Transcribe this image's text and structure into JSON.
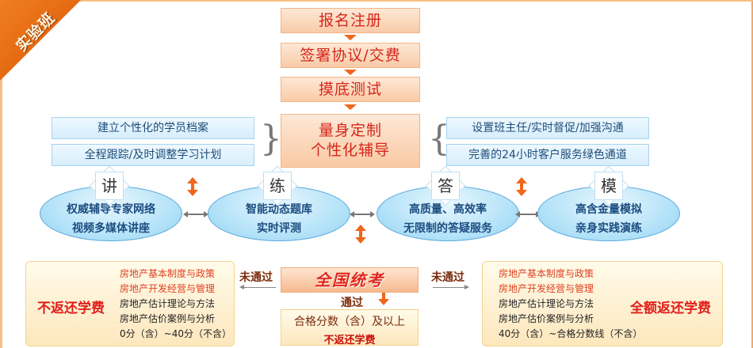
{
  "corner_label": "实验班",
  "flow_steps": [
    "报名注册",
    "签署协议/交费",
    "摸底测试"
  ],
  "custom": {
    "line1": "量身定制",
    "line2": "个性化辅导"
  },
  "left_boxes": [
    "建立个性化的学员档案",
    "全程跟踪/及时调整学习计划"
  ],
  "right_boxes": [
    "设置班主任/实时督促/加强沟通",
    "完善的24小时客户服务绿色通道"
  ],
  "modules": [
    {
      "badge": "讲",
      "line1": "权威辅导专家网络",
      "line2": "视频多媒体讲座"
    },
    {
      "badge": "练",
      "line1": "智能动态题库",
      "line2": "实时评测"
    },
    {
      "badge": "答",
      "line1": "高质量、高效率",
      "line2": "无限制的答疑服务"
    },
    {
      "badge": "模",
      "line1": "高含金量模拟",
      "line2": "亲身实践演练"
    }
  ],
  "exam": {
    "title": "全国统考",
    "fail_label_left": "未通过",
    "fail_label_right": "未通过",
    "pass_label": "通过",
    "pass_line1": "合格分数（含）及以上",
    "pass_line2": "不返还学费"
  },
  "left_panel": {
    "refund": "不返还学费",
    "subjects": [
      "房地产基本制度与政策",
      "房地产开发经营与管理",
      "房地产估计理论与方法",
      "房地产估价案例与分析"
    ],
    "score_range": "0分（含）~40分（不含）"
  },
  "right_panel": {
    "refund": "全额返还学费",
    "subjects": [
      "房地产基本制度与政策",
      "房地产开发经营与管理",
      "房地产估计理论与方法",
      "房地产估价案例与分析"
    ],
    "score_range": "40分（含）~合格分数线（不含）"
  },
  "colors": {
    "accent_orange": "#f0661c",
    "title_red": "#d6261c",
    "blue_text": "#1c4d80"
  }
}
